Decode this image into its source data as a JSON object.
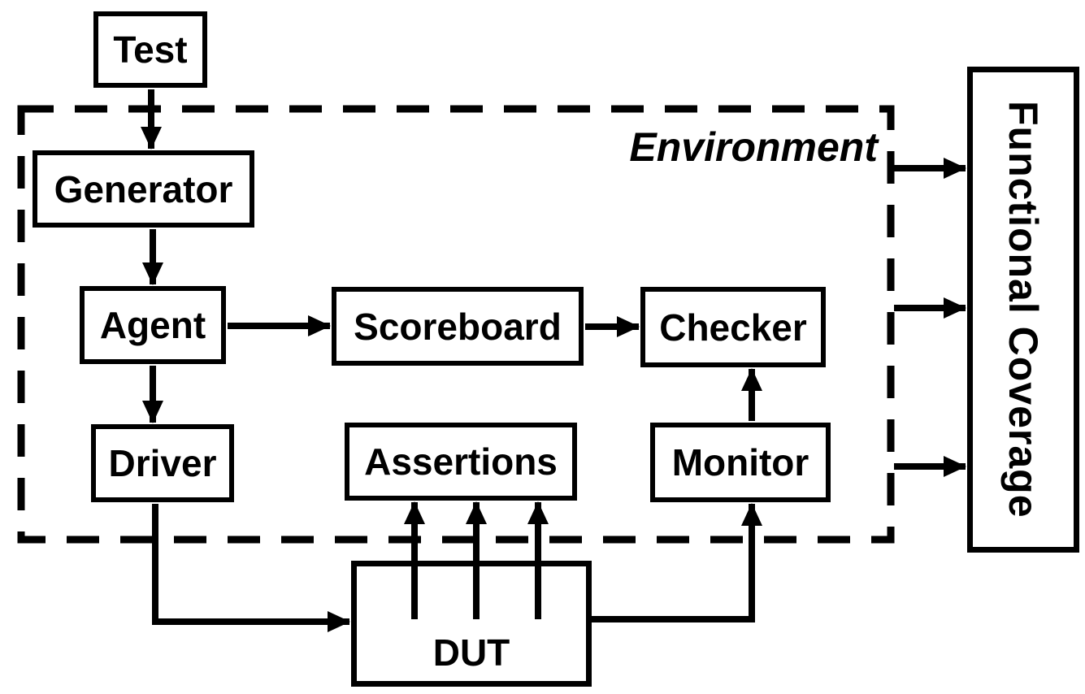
{
  "diagram": {
    "type": "block-diagram",
    "environment": {
      "label": "Environment"
    },
    "nodes": {
      "test": {
        "label": "Test"
      },
      "generator": {
        "label": "Generator"
      },
      "agent": {
        "label": "Agent"
      },
      "scoreboard": {
        "label": "Scoreboard"
      },
      "checker": {
        "label": "Checker"
      },
      "driver": {
        "label": "Driver"
      },
      "assertions": {
        "label": "Assertions"
      },
      "monitor": {
        "label": "Monitor"
      },
      "dut": {
        "label": "DUT"
      },
      "functional_coverage": {
        "label": "Functional Coverage"
      }
    },
    "edges": [
      {
        "from": "test",
        "to": "generator",
        "arrows": 1
      },
      {
        "from": "generator",
        "to": "agent",
        "arrows": 1
      },
      {
        "from": "agent",
        "to": "scoreboard",
        "arrows": 1
      },
      {
        "from": "scoreboard",
        "to": "checker",
        "arrows": 1
      },
      {
        "from": "agent",
        "to": "driver",
        "arrows": 1
      },
      {
        "from": "driver",
        "to": "dut",
        "arrows": 1
      },
      {
        "from": "dut",
        "to": "assertions",
        "arrows": 3
      },
      {
        "from": "dut",
        "to": "monitor",
        "arrows": 1
      },
      {
        "from": "monitor",
        "to": "checker",
        "arrows": 1
      },
      {
        "from": "environment",
        "to": "functional_coverage",
        "arrows": 3
      }
    ],
    "colors": {
      "stroke": "#000000",
      "box_fill": "#ffffff",
      "text": "#000000",
      "background": "#ffffff"
    }
  }
}
